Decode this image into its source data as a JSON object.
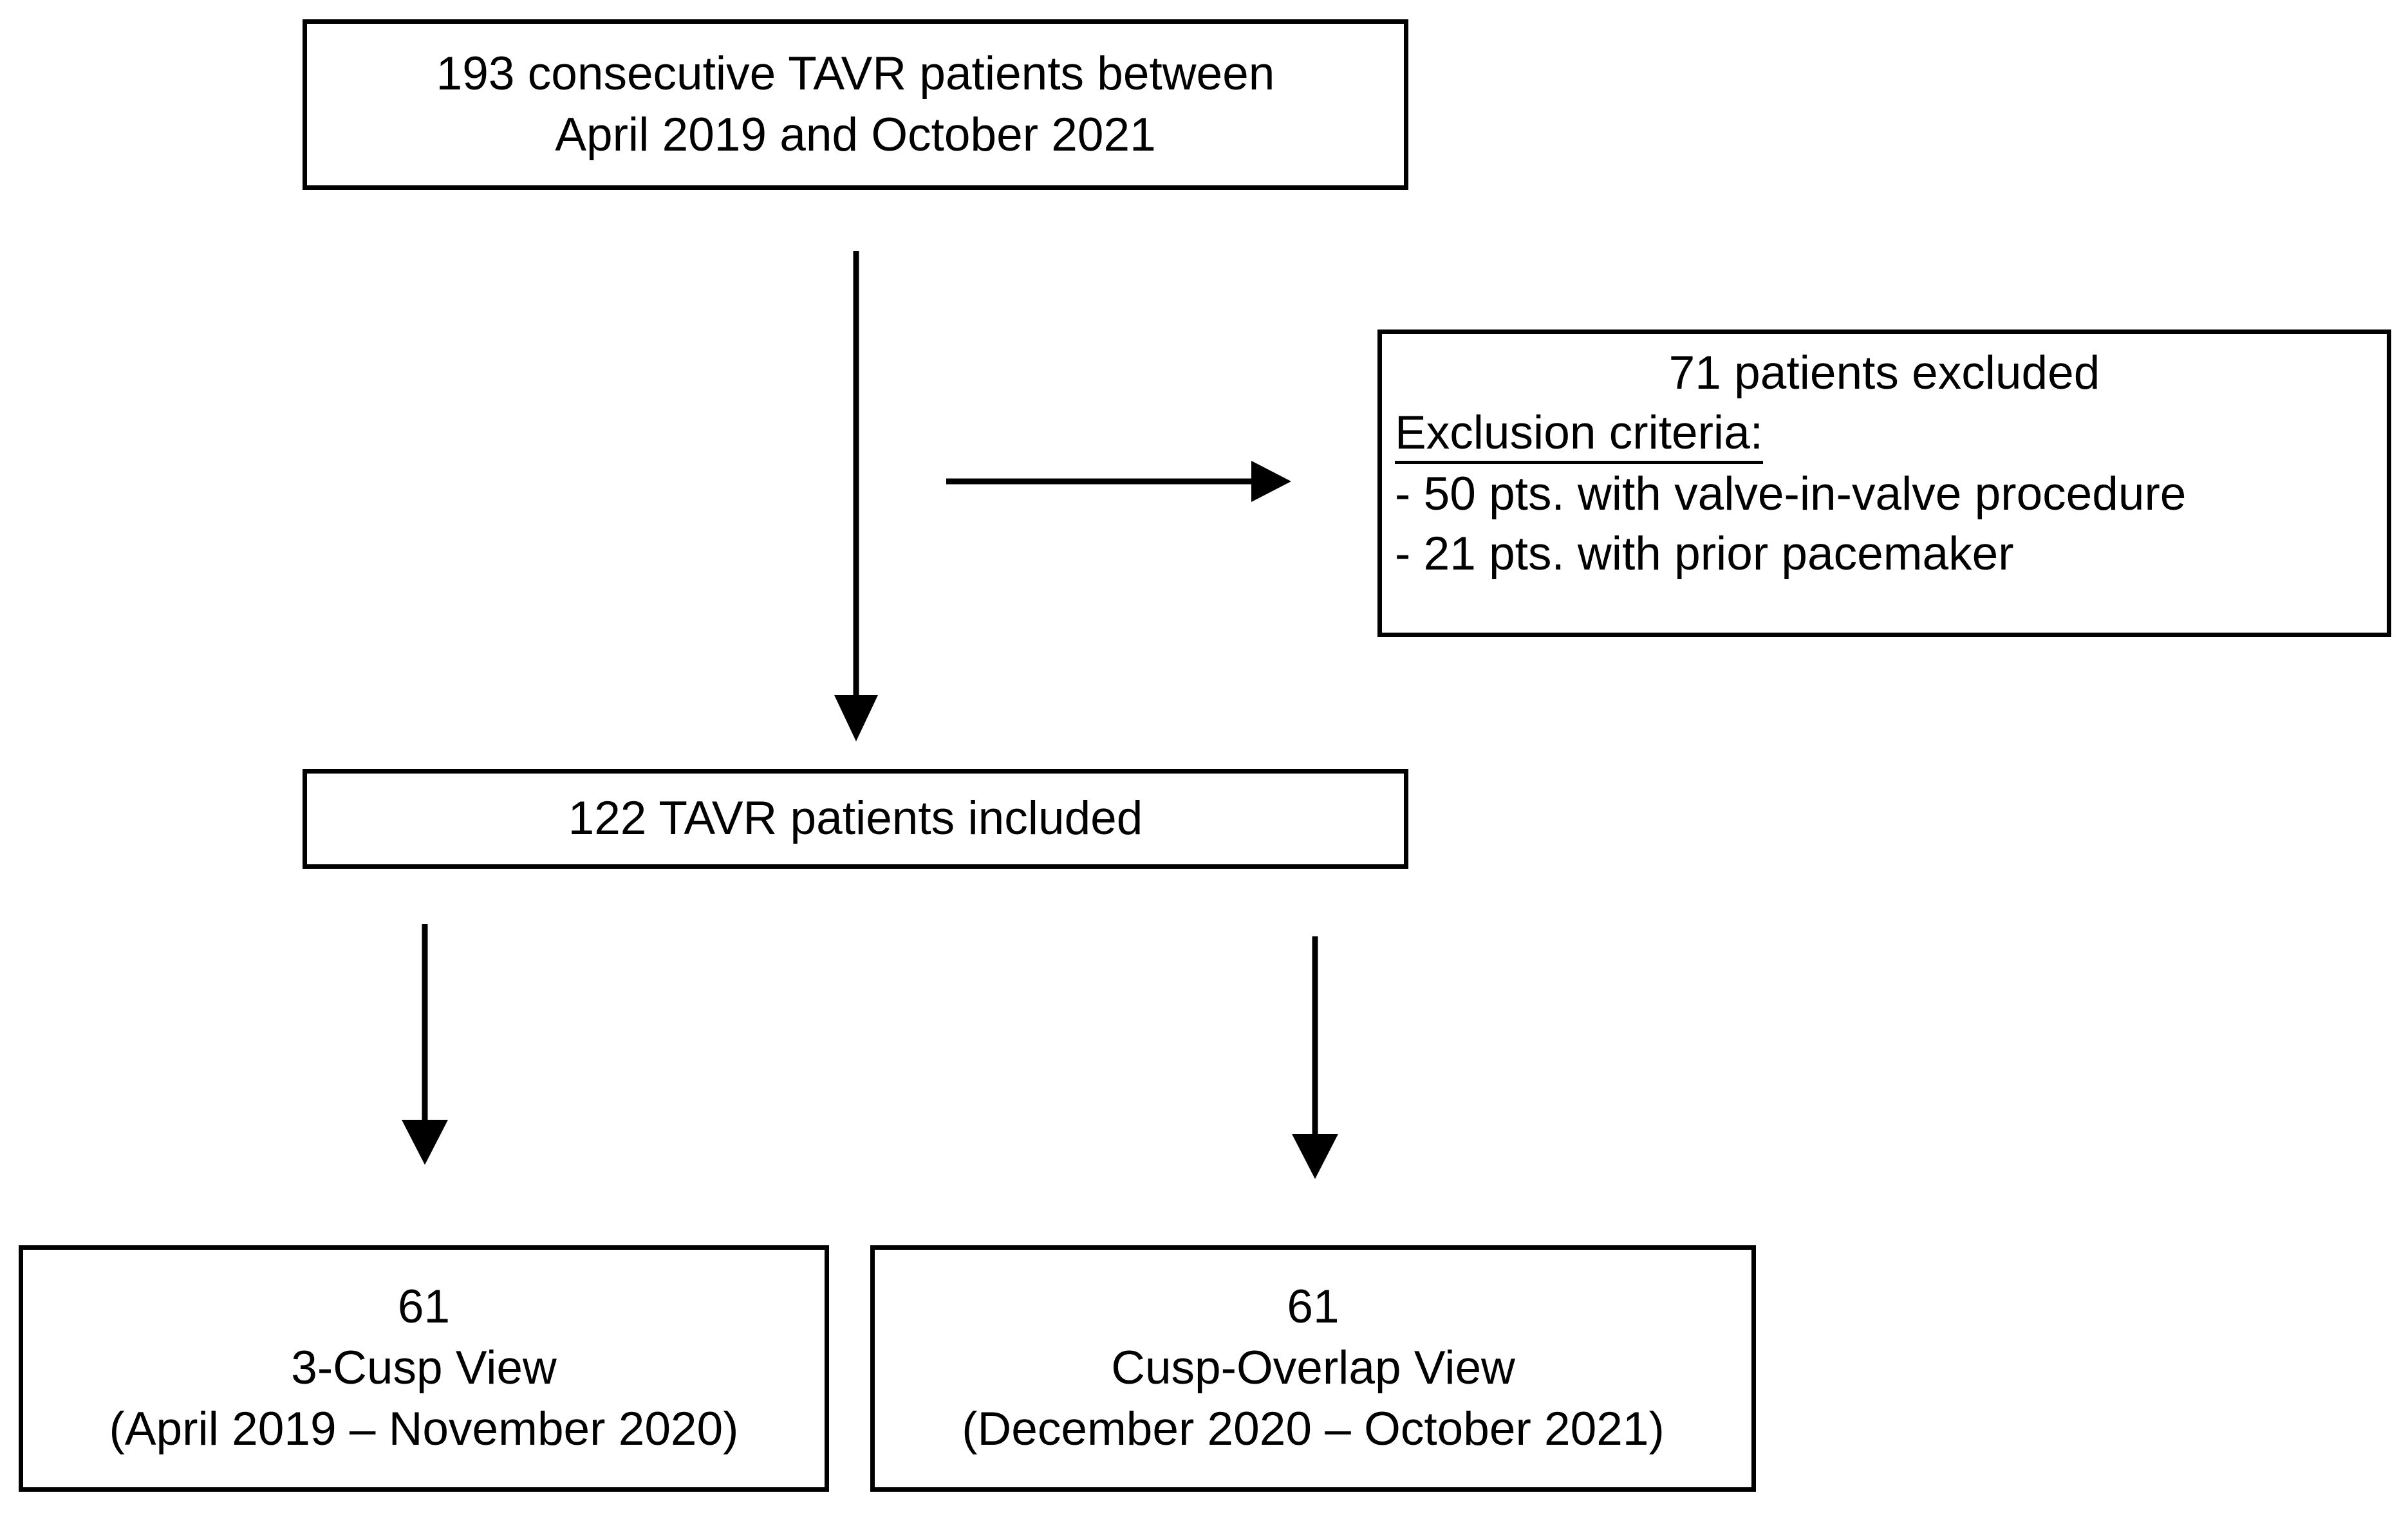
{
  "diagram": {
    "title": "TAVR patient selection flowchart",
    "type": "flowchart",
    "stroke_color": "#000000",
    "background_color": "#ffffff",
    "text_color": "#000000"
  },
  "nodes": {
    "enrollment": {
      "line1": "193 consecutive TAVR patients between",
      "line2": "April 2019 and October 2021"
    },
    "excluded": {
      "heading": "71 patients excluded",
      "criteria_label": "Exclusion criteria:",
      "criteria": [
        "- 50 pts. with valve-in-valve procedure",
        "- 21 pts. with prior pacemaker"
      ]
    },
    "included": {
      "line1": "122 TAVR patients included"
    },
    "arm_three_cusp": {
      "count": "61",
      "name": "3-Cusp View",
      "period": "(April 2019 – November 2020)"
    },
    "arm_cusp_overlap": {
      "count": "61",
      "name": "Cusp-Overlap View",
      "period": "(December 2020 – October 2021)"
    }
  },
  "connectors": {
    "enrollment_to_included": "vertical-arrow-down",
    "enrollment_to_excluded": "horizontal-arrow-right",
    "included_to_three_cusp": "vertical-arrow-down",
    "included_to_cusp_overlap": "vertical-arrow-down"
  }
}
